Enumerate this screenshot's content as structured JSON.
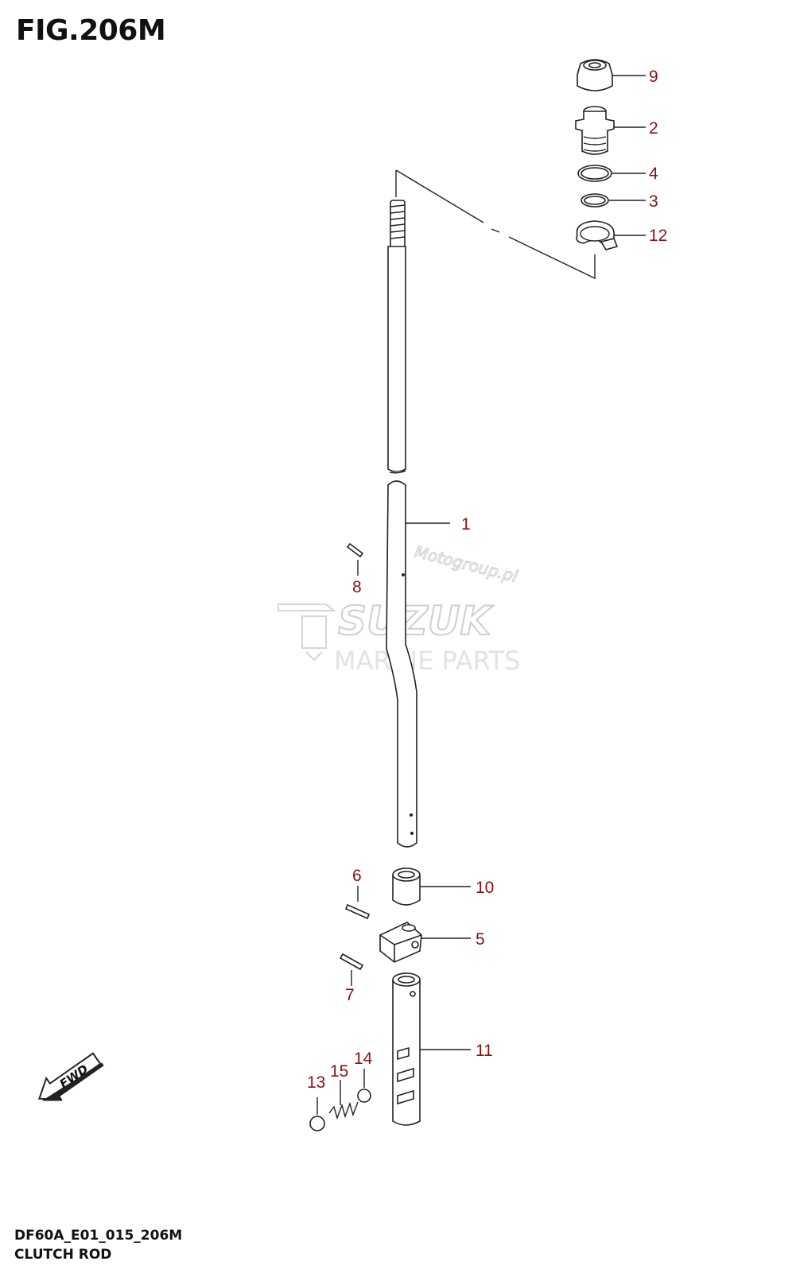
{
  "figure": {
    "title": "FIG.206M",
    "code": "DF60A_E01_015_206M",
    "name": "CLUTCH ROD"
  },
  "watermark": {
    "brand": "SUZUK",
    "subtitle": "MARINE PARTS",
    "site": "Motogroup.pl"
  },
  "fwd_label": "FWD",
  "callouts": [
    {
      "id": "p1",
      "label": "1"
    },
    {
      "id": "p2",
      "label": "2"
    },
    {
      "id": "p3",
      "label": "3"
    },
    {
      "id": "p4",
      "label": "4"
    },
    {
      "id": "p5",
      "label": "5"
    },
    {
      "id": "p6",
      "label": "6"
    },
    {
      "id": "p7",
      "label": "7"
    },
    {
      "id": "p8",
      "label": "8"
    },
    {
      "id": "p9",
      "label": "9"
    },
    {
      "id": "p10",
      "label": "10"
    },
    {
      "id": "p11",
      "label": "11"
    },
    {
      "id": "p12",
      "label": "12"
    },
    {
      "id": "p13",
      "label": "13"
    },
    {
      "id": "p14",
      "label": "14"
    },
    {
      "id": "p15",
      "label": "15"
    }
  ],
  "colors": {
    "callout": "#8a1010",
    "line": "#222222",
    "watermark": "#cfcfcf"
  }
}
